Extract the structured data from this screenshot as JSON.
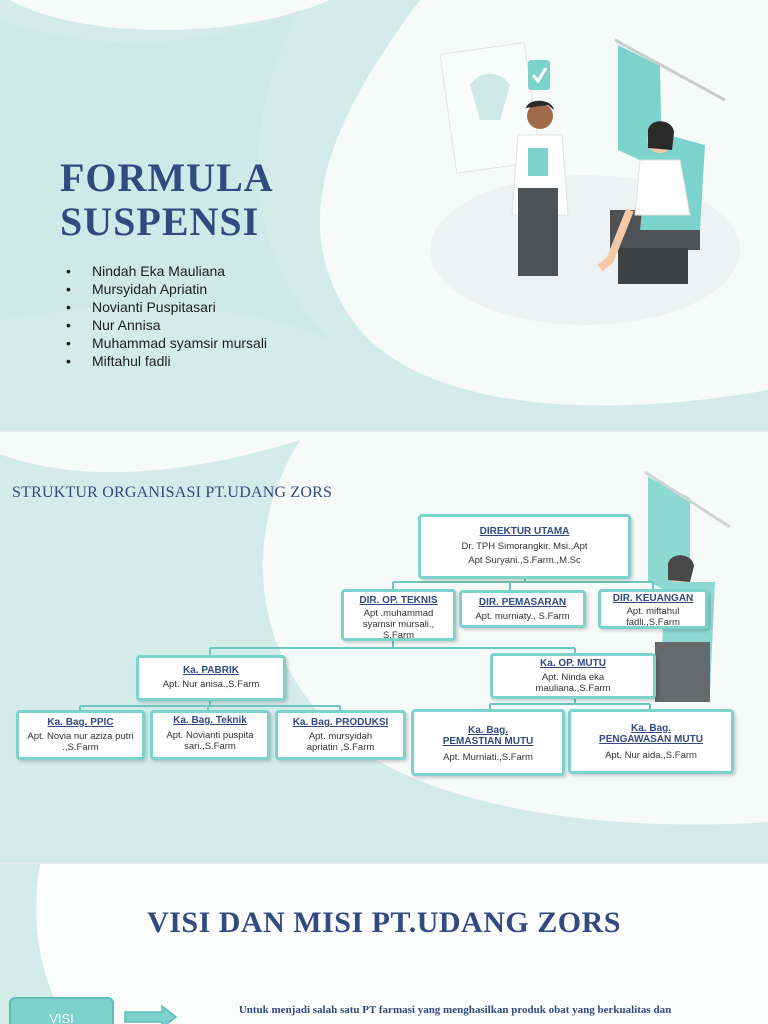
{
  "slide1": {
    "title_line1": "FORMULA",
    "title_line2": "SUSPENSI",
    "members": [
      "Nindah Eka Mauliana",
      "Mursyidah Apriatin",
      "Novianti Puspitasari",
      "Nur Annisa",
      "Muhammad syamsir mursali",
      "Miftahul fadli"
    ]
  },
  "slide2": {
    "title": "STRUKTUR ORGANISASI PT.UDANG ZORS",
    "org": {
      "direktur": {
        "title": "DIREKTUR UTAMA",
        "name1": "Dr. TPH Simorangkir. Msi.,Apt",
        "name2": "Apt Suryani.,S.Farm.,M.Sc"
      },
      "teknis": {
        "title": "DIR. OP. TEKNIS",
        "name": "Apt .muhammad syamsir mursali., S.Farm"
      },
      "pemasaran": {
        "title": "DIR. PEMASARAN",
        "name": "Apt. murniaty., S.Farm"
      },
      "keuangan": {
        "title": "DIR. KEUANGAN",
        "name": "Apt. miftahul fadli.,S.Farm"
      },
      "pabrik": {
        "title": "Ka. PABRIK",
        "name": "Apt. Nur anisa.,S.Farm"
      },
      "mutu": {
        "title": "Ka. OP. MUTU",
        "name": "Apt. Ninda eka mauliana.,S.Farm"
      },
      "ppic": {
        "title": "Ka. Bag. PPIC",
        "name": "Apt. Novia nur aziza putri .,S.Farm"
      },
      "teknik": {
        "title": "Ka. Bag. Teknik",
        "name": "Apt. Novianti puspita sari.,S.Farm"
      },
      "produksi": {
        "title": "Ka. Bag. PRODUKSI",
        "name": "Apt. mursyidah apriatin ,S.Farm"
      },
      "pemastian": {
        "title": "Ka. Bag. PEMASTIAN MUTU",
        "name": "Apt. Murniati.,S.Farm"
      },
      "pengawasan": {
        "title": "Ka. Bag. PENGAWASAN MUTU",
        "name": "Apt. Nur aida.,S.Farm"
      }
    }
  },
  "slide3": {
    "title": "VISI DAN MISI PT.UDANG ZORS",
    "visi_label": "VISI",
    "visi_text": "Untuk menjadi salah satu PT farmasi yang menghasilkan produk obat yang berkualitas dan"
  },
  "colors": {
    "accent": "#7cd3cc",
    "title": "#334a80",
    "wave": "#d3ecea"
  }
}
